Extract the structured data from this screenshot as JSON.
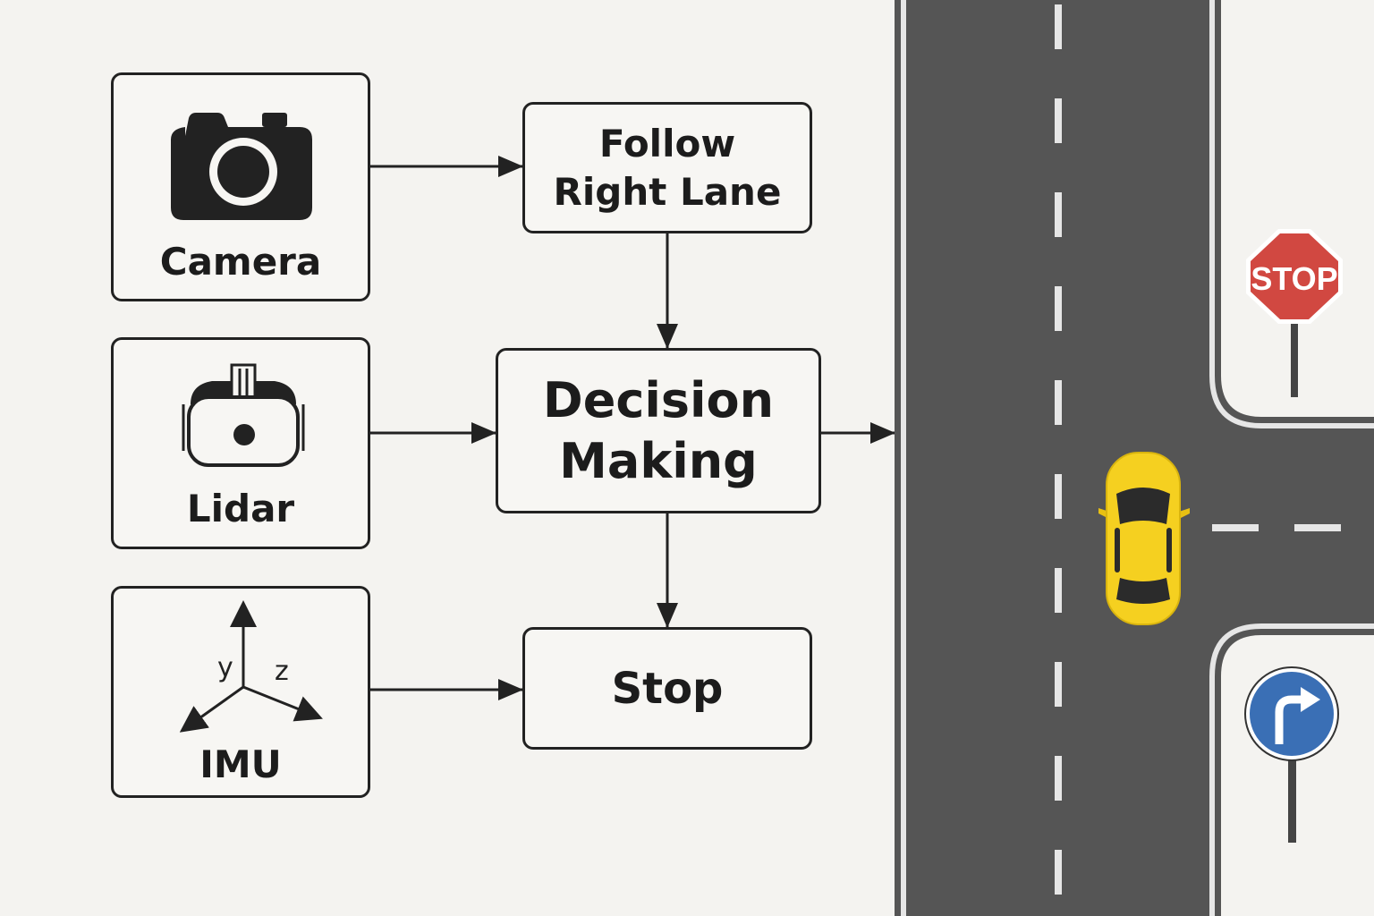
{
  "sensors": {
    "camera": {
      "label": "Camera",
      "icon": "camera-icon"
    },
    "lidar": {
      "label": "Lidar",
      "icon": "lidar-icon"
    },
    "imu": {
      "label": "IMU",
      "icon": "axes-icon",
      "axis_y": "y",
      "axis_z": "z"
    }
  },
  "process": {
    "follow_lane": "Follow\nRight Lane",
    "decision": "Decision\nMaking",
    "stop": "Stop"
  },
  "road": {
    "stop_sign_text": "STOP",
    "stop_sign_icon": "stop-sign-icon",
    "turn_sign_icon": "turn-right-arrow-icon",
    "car_icon": "car-icon"
  },
  "colors": {
    "asphalt": "#555555",
    "stop_sign": "#d14841",
    "turn_sign": "#3a6fb5",
    "car": "#f5d020",
    "ink": "#222222",
    "background": "#f4f3f0"
  }
}
